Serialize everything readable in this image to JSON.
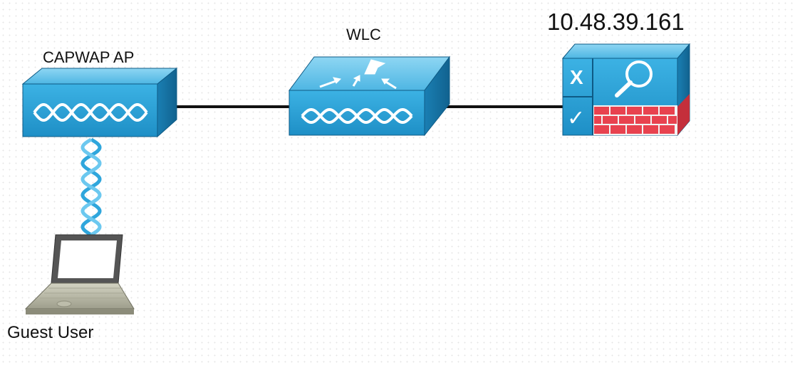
{
  "diagram": {
    "nodes": {
      "ap": {
        "label": "CAPWAP AP",
        "icon": "access-point-icon"
      },
      "wlc": {
        "label": "WLC",
        "icon": "wireless-lan-controller-icon"
      },
      "server": {
        "label": "10.48.39.161",
        "icon": "firewall-ids-icon"
      },
      "client": {
        "label": "Guest User",
        "icon": "laptop-icon"
      }
    },
    "links": [
      {
        "from": "ap",
        "to": "wlc",
        "type": "wired"
      },
      {
        "from": "wlc",
        "to": "server",
        "type": "wired"
      },
      {
        "from": "client",
        "to": "ap",
        "type": "wireless"
      }
    ],
    "colors": {
      "device_front": "#29a3d8",
      "device_top": "#6cc4ea",
      "device_side": "#1776a8",
      "firewall_brick": "#e8424f",
      "wire": "#111111"
    }
  }
}
